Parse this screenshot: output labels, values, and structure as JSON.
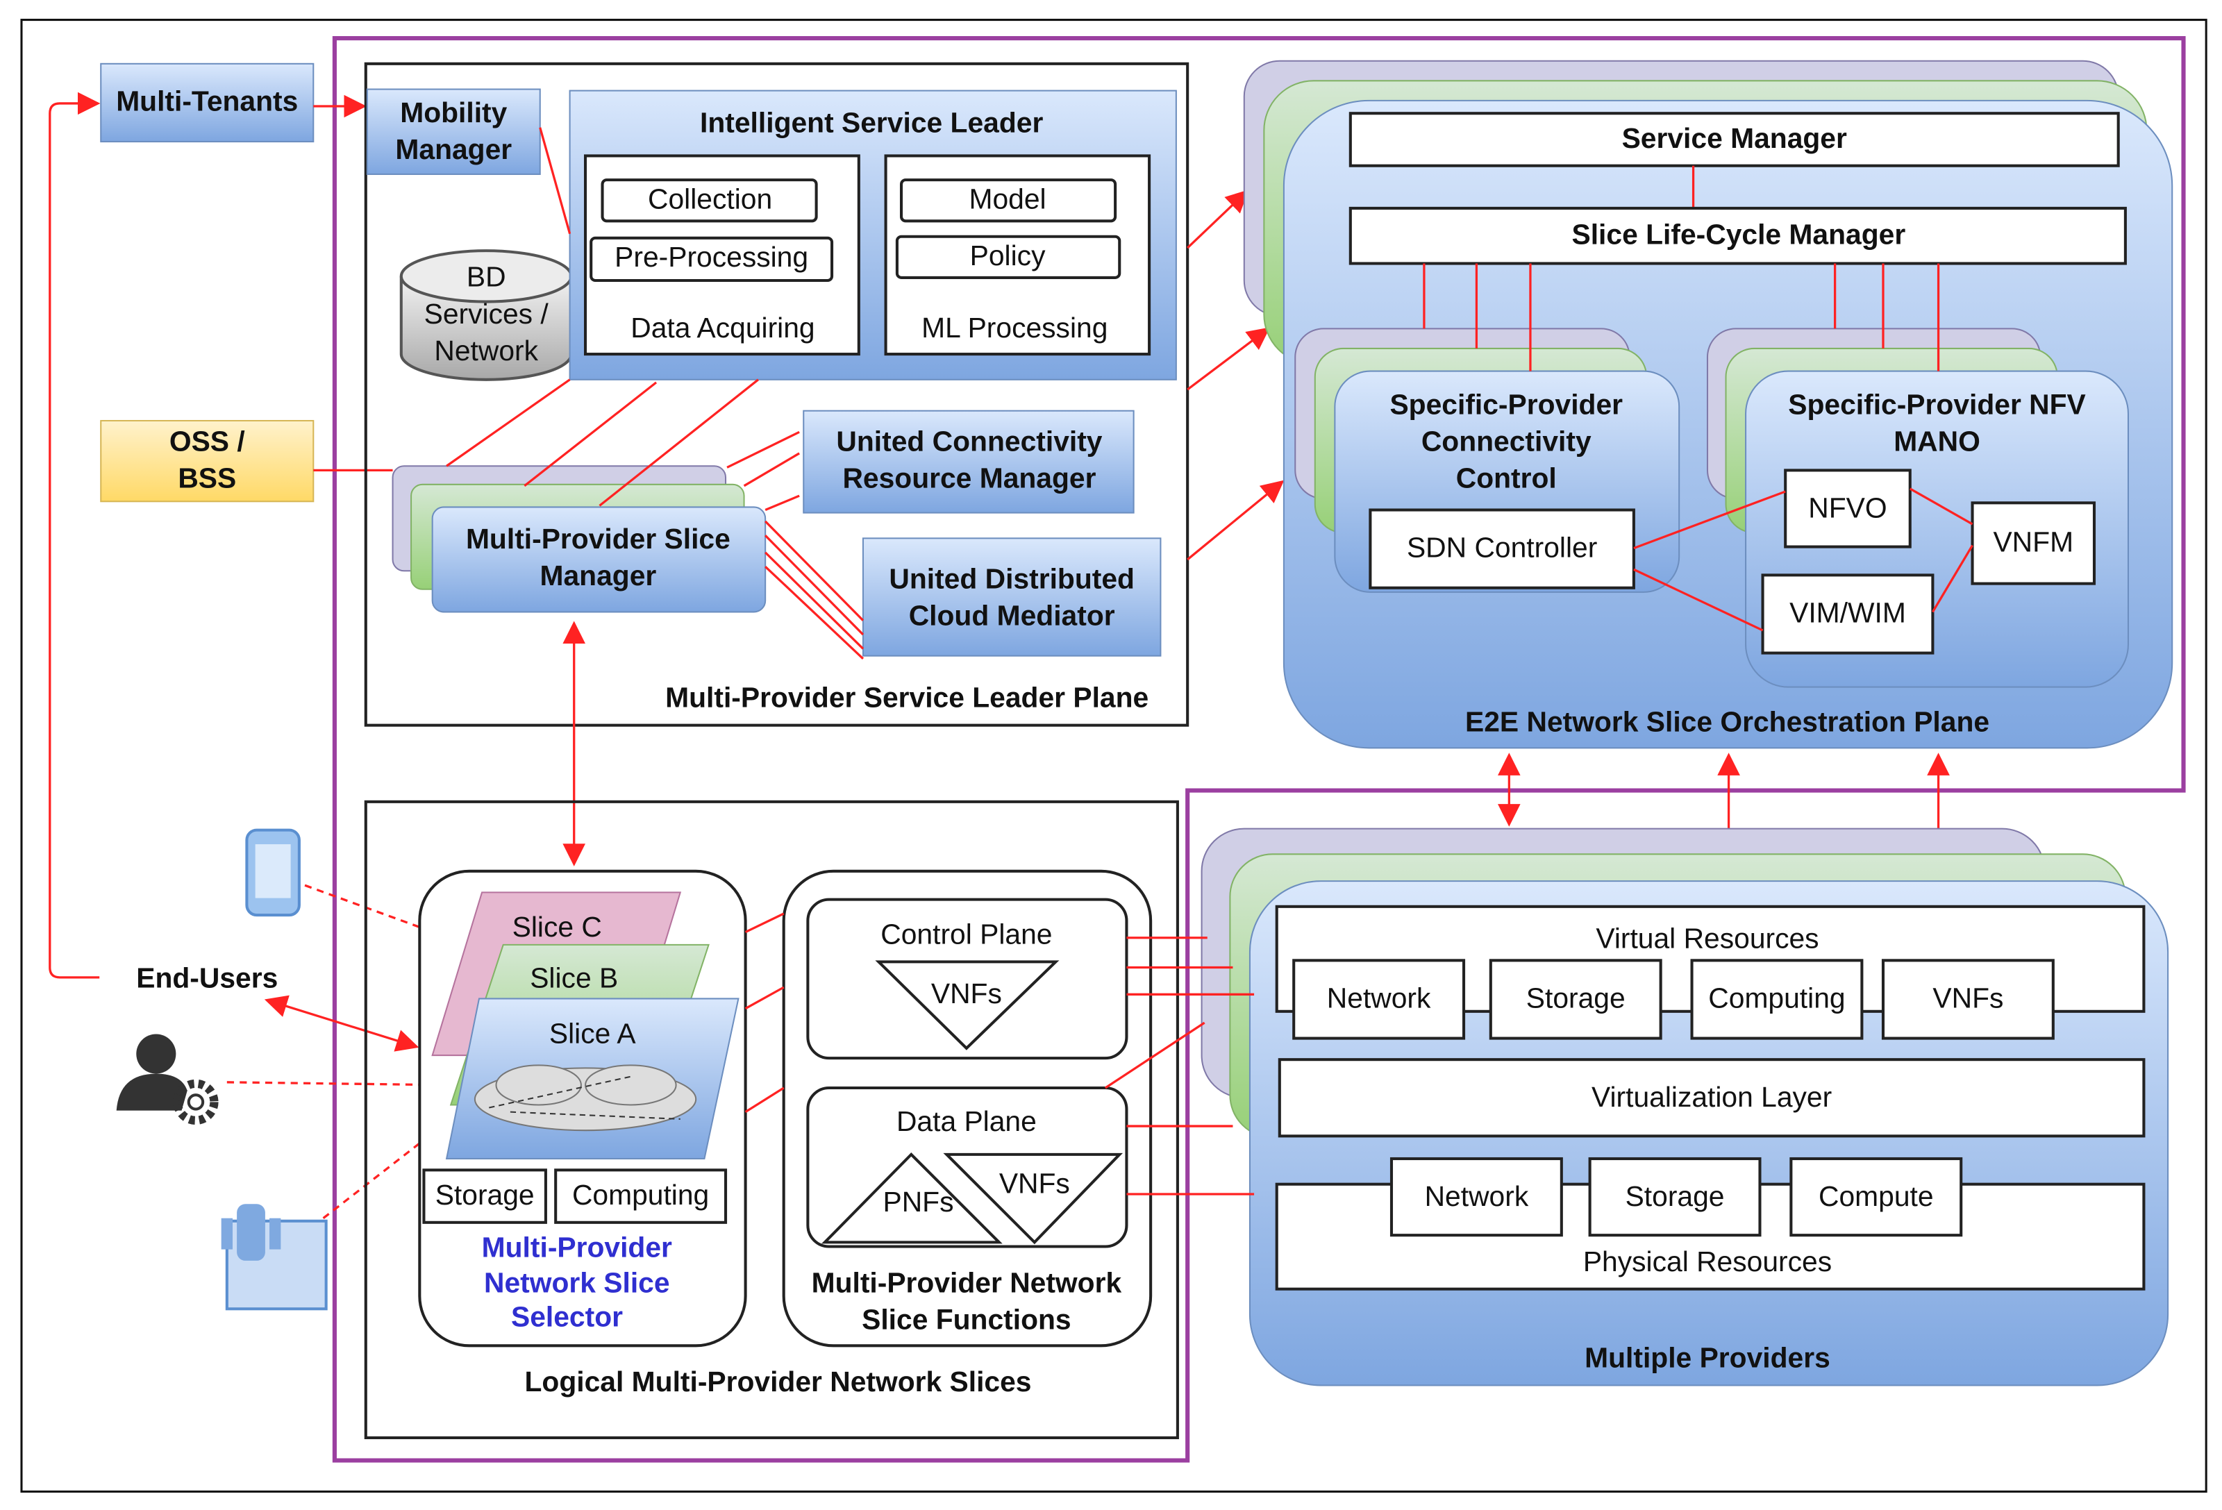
{
  "colors": {
    "accent_line": "#ff2222",
    "boundary": "#9b3fa0",
    "box_blue": "#9cbbe8",
    "box_yellow": "#fde38a",
    "layer_purple": "#d0cfe6",
    "layer_green": "#cfe7c6",
    "selector_text": "#2f2fd0"
  },
  "left": {
    "multi_tenants": "Multi-Tenants",
    "oss_bss": [
      "OSS /",
      "BSS"
    ],
    "end_users": "End-Users",
    "icons": [
      "smartphone-icon",
      "user-gear-icon",
      "robot-device-icon"
    ]
  },
  "service_leader_plane": {
    "label": "Multi-Provider Service Leader Plane",
    "mobility_manager": [
      "Mobility",
      "Manager"
    ],
    "bd": [
      "BD",
      "Services /",
      "Network"
    ],
    "intelligent_service_leader": {
      "title": "Intelligent Service Leader",
      "data_acquiring": {
        "label": "Data Acquiring",
        "items": [
          "Collection",
          "Pre-Processing"
        ]
      },
      "ml_processing": {
        "label": "ML Processing",
        "items": [
          "Model",
          "Policy"
        ]
      }
    },
    "slice_manager": [
      "Multi-Provider Slice",
      "Manager"
    ],
    "ucrm": [
      "United Connectivity",
      "Resource Manager"
    ],
    "udcm": [
      "United Distributed",
      "Cloud Mediator"
    ]
  },
  "orchestration_plane": {
    "label": "E2E Network Slice Orchestration Plane",
    "service_manager": "Service Manager",
    "slcm": "Slice Life-Cycle Manager",
    "connectivity": {
      "title": [
        "Specific-Provider",
        "Connectivity",
        "Control"
      ],
      "sdn": "SDN Controller"
    },
    "nfv": {
      "title": [
        "Specific-Provider NFV",
        "MANO"
      ],
      "nfvo": "NFVO",
      "vnfm": "VNFM",
      "vim": "VIM/WIM"
    }
  },
  "logical_slices": {
    "label": "Logical Multi-Provider Network Slices",
    "selector": {
      "slices": [
        "Slice C",
        "Slice B",
        "Slice A"
      ],
      "storage": "Storage",
      "computing": "Computing",
      "label": [
        "Multi-Provider",
        "Network Slice",
        "Selector"
      ]
    },
    "functions": {
      "control_plane": "Control Plane",
      "cp_vnfs": "VNFs",
      "data_plane": "Data Plane",
      "pnfs": "PNFs",
      "dp_vnfs": "VNFs",
      "label": [
        "Multi-Provider Network",
        "Slice Functions"
      ]
    }
  },
  "providers": {
    "label": "Multiple Providers",
    "virtual": {
      "label": "Virtual Resources",
      "items": [
        "Network",
        "Storage",
        "Computing",
        "VNFs"
      ]
    },
    "virtualization": "Virtualization Layer",
    "physical": {
      "label": "Physical Resources",
      "items": [
        "Network",
        "Storage",
        "Compute"
      ]
    }
  }
}
